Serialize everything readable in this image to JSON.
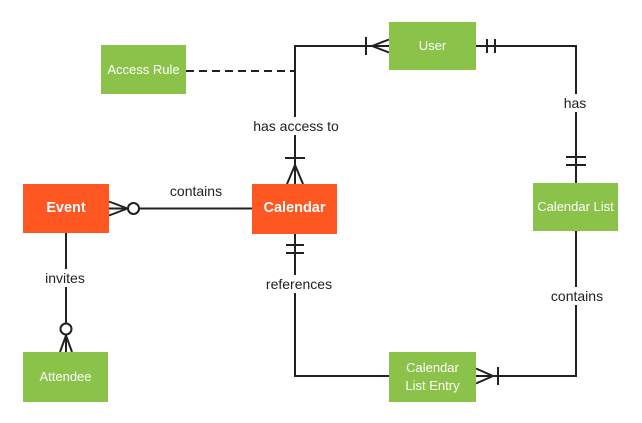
{
  "diagram": {
    "type": "entity-relationship-diagram",
    "colors": {
      "background": "#ffffff",
      "entity_green": "#8BC34A",
      "entity_orange": "#FF5722",
      "connector": "#212121",
      "label_text": "#212121",
      "entity_text": "#ffffff"
    },
    "entities": {
      "access_rule": {
        "label": "Access Rule",
        "color": "#8BC34A"
      },
      "user": {
        "label": "User",
        "color": "#8BC34A"
      },
      "event": {
        "label": "Event",
        "color": "#FF5722"
      },
      "calendar": {
        "label": "Calendar",
        "color": "#FF5722"
      },
      "calendar_list": {
        "label": "Calendar List",
        "color": "#8BC34A"
      },
      "attendee": {
        "label": "Attendee",
        "color": "#8BC34A"
      },
      "calendar_list_entry": {
        "label": "Calendar List Entry",
        "color": "#8BC34A"
      }
    },
    "relationships": {
      "event_calendar": {
        "label": "contains",
        "from": "Event",
        "to": "Calendar",
        "from_cardinality": "zero-or-many",
        "to_cardinality": "unspecified"
      },
      "calendar_user": {
        "label": "has access to",
        "from": "Calendar",
        "to": "User",
        "from_cardinality": "one-or-many",
        "to_cardinality": "one-or-many"
      },
      "user_calendar_list": {
        "label": "has",
        "from": "User",
        "to": "Calendar List",
        "from_cardinality": "exactly-one",
        "to_cardinality": "exactly-one"
      },
      "calendar_entry": {
        "label": "references",
        "from": "Calendar",
        "to": "Calendar List Entry",
        "from_cardinality": "exactly-one",
        "to_cardinality": "unspecified"
      },
      "list_entry": {
        "label": "contains",
        "from": "Calendar List",
        "to": "Calendar List Entry",
        "from_cardinality": "unspecified",
        "to_cardinality": "one-or-many"
      },
      "event_attendee": {
        "label": "invites",
        "from": "Event",
        "to": "Attendee",
        "from_cardinality": "unspecified",
        "to_cardinality": "zero-or-many"
      },
      "access_rule_link": {
        "label": "",
        "from": "Access Rule",
        "to": "has access to relationship",
        "style": "dashed"
      }
    }
  }
}
